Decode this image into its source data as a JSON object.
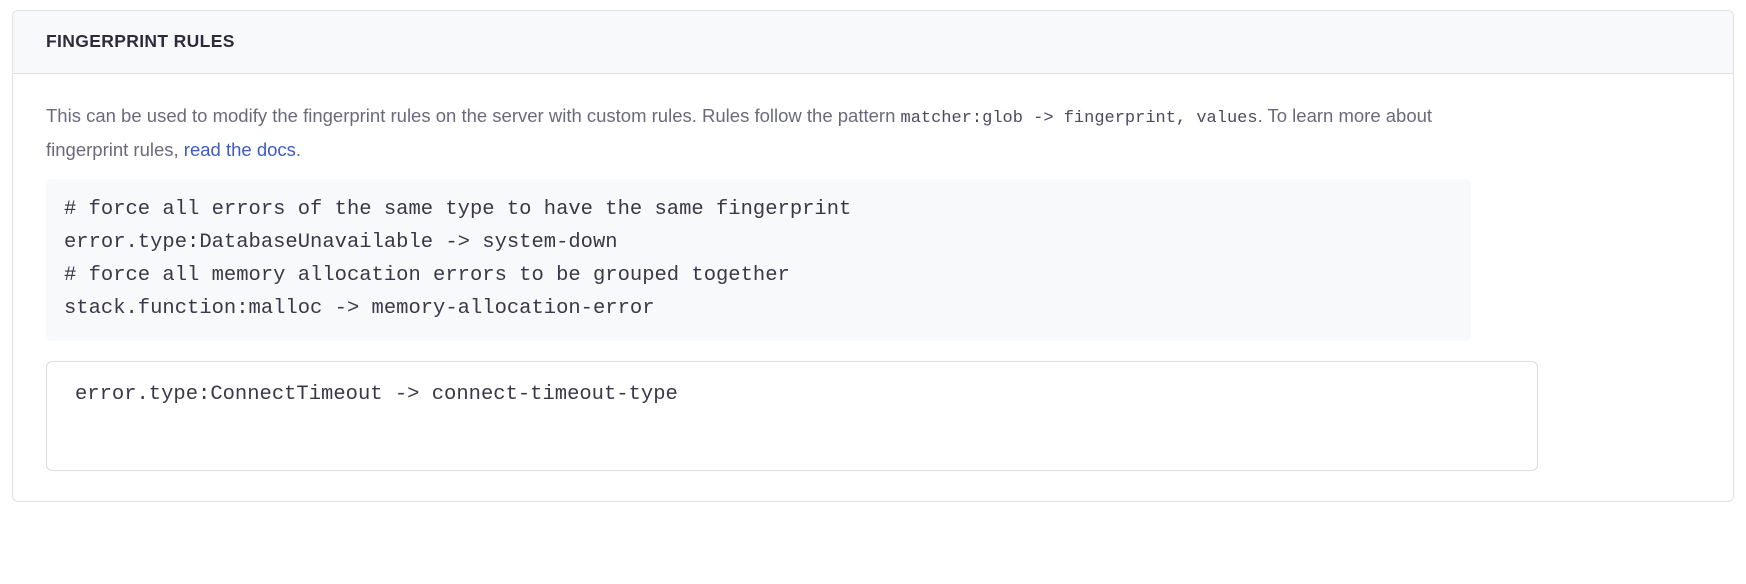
{
  "panel": {
    "title": "FINGERPRINT RULES"
  },
  "description": {
    "text_before_code": "This can be used to modify the fingerprint rules on the server with custom rules. Rules follow the pattern ",
    "inline_code": "matcher:glob -> fingerprint, values",
    "text_after_code": ". To learn more about fingerprint rules, ",
    "link_label": "read the docs",
    "text_end": ".",
    "link_color": "#3c5cc4"
  },
  "code_sample": {
    "lines": [
      "# force all errors of the same type to have the same fingerprint",
      "error.type:DatabaseUnavailable -> system-down",
      "# force all memory allocation errors to be grouped together",
      "stack.function:malloc -> memory-allocation-error"
    ],
    "text": "# force all errors of the same type to have the same fingerprint\nerror.type:DatabaseUnavailable -> system-down\n# force all memory allocation errors to be grouped together\nstack.function:malloc -> memory-allocation-error",
    "background_color": "#f8f9fb"
  },
  "rules_editor": {
    "value": "error.type:ConnectTimeout -> connect-timeout-type",
    "placeholder": "",
    "border_color": "#dcdce4"
  },
  "theme": {
    "panel_border": "#e0e0e6",
    "header_background": "#f8f9fb",
    "title_color": "#302b3b",
    "body_text_color": "#6b6a7d",
    "code_text_color": "#3b3748"
  }
}
